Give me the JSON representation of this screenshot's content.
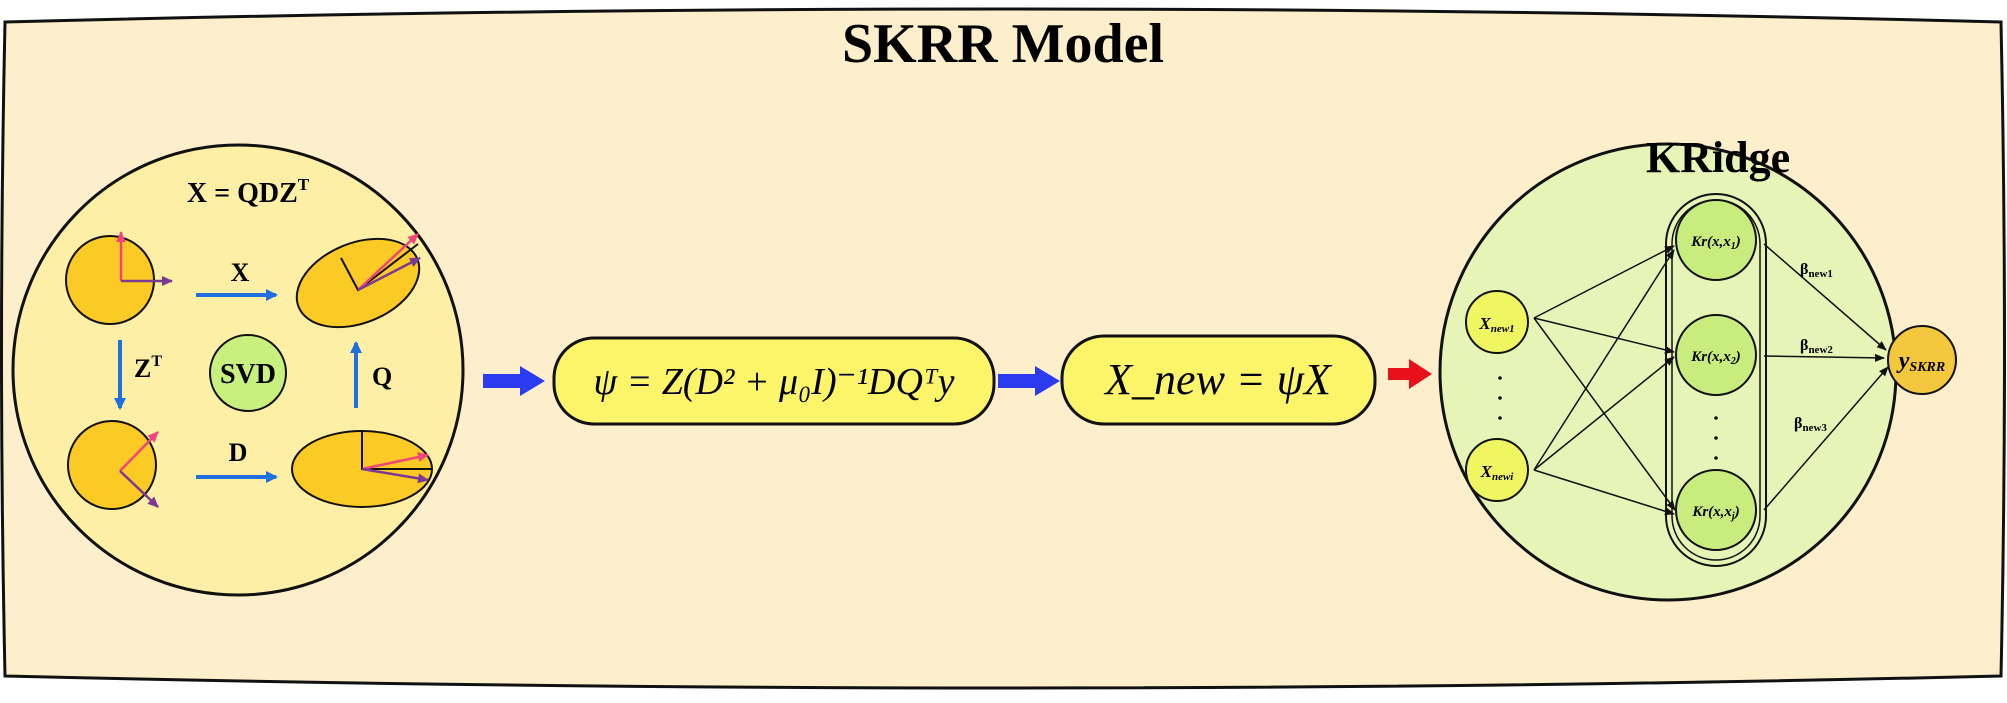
{
  "title": "SKRR Model",
  "svd": {
    "equation_main": "X = QDZ",
    "equation_sup": "T",
    "center_label": "SVD",
    "arrow_x": "X",
    "arrow_zt_main": "Z",
    "arrow_zt_sup": "T",
    "arrow_q": "Q",
    "arrow_d": "D"
  },
  "formula_psi": "ψ = Z(D² + μ₀I)⁻¹DQᵀy",
  "formula_xnew": "X_new = ψX",
  "kridge": {
    "title": "KRidge",
    "inputs": [
      {
        "main": "X",
        "sub": "new1"
      },
      {
        "main": "X",
        "sub": "newi"
      }
    ],
    "kernels": [
      {
        "main": "Kr(x,x",
        "sub": "1",
        "close": ")"
      },
      {
        "main": "Kr(x,x",
        "sub": "2",
        "close": ")"
      },
      {
        "main": "Kr(x,x",
        "sub": "j",
        "close": ")"
      }
    ],
    "betas": [
      {
        "main": "β",
        "sub": "new1"
      },
      {
        "main": "β",
        "sub": "new2"
      },
      {
        "main": "β",
        "sub": "new3"
      }
    ],
    "output": {
      "main": "y",
      "sub": "SKRR"
    }
  },
  "colors": {
    "panel_fill": "#fdefcc",
    "svd_circle_fill": "#fdf0a6",
    "kridge_circle_fill": "#e6f4b8",
    "orange_disc": "#fcca24",
    "svd_center": "#c8f07e",
    "formula_box": "#fcf56a",
    "node_green": "#c9ec7f",
    "node_input": "#f0f562",
    "node_output": "#f4c83c",
    "blue_arrow": "#1f6fe0",
    "big_blue_arrow": "#2b3cf0",
    "red_arrow": "#e8101a",
    "pink_vector": "#f0457a",
    "purple_vector": "#7a3a92"
  }
}
